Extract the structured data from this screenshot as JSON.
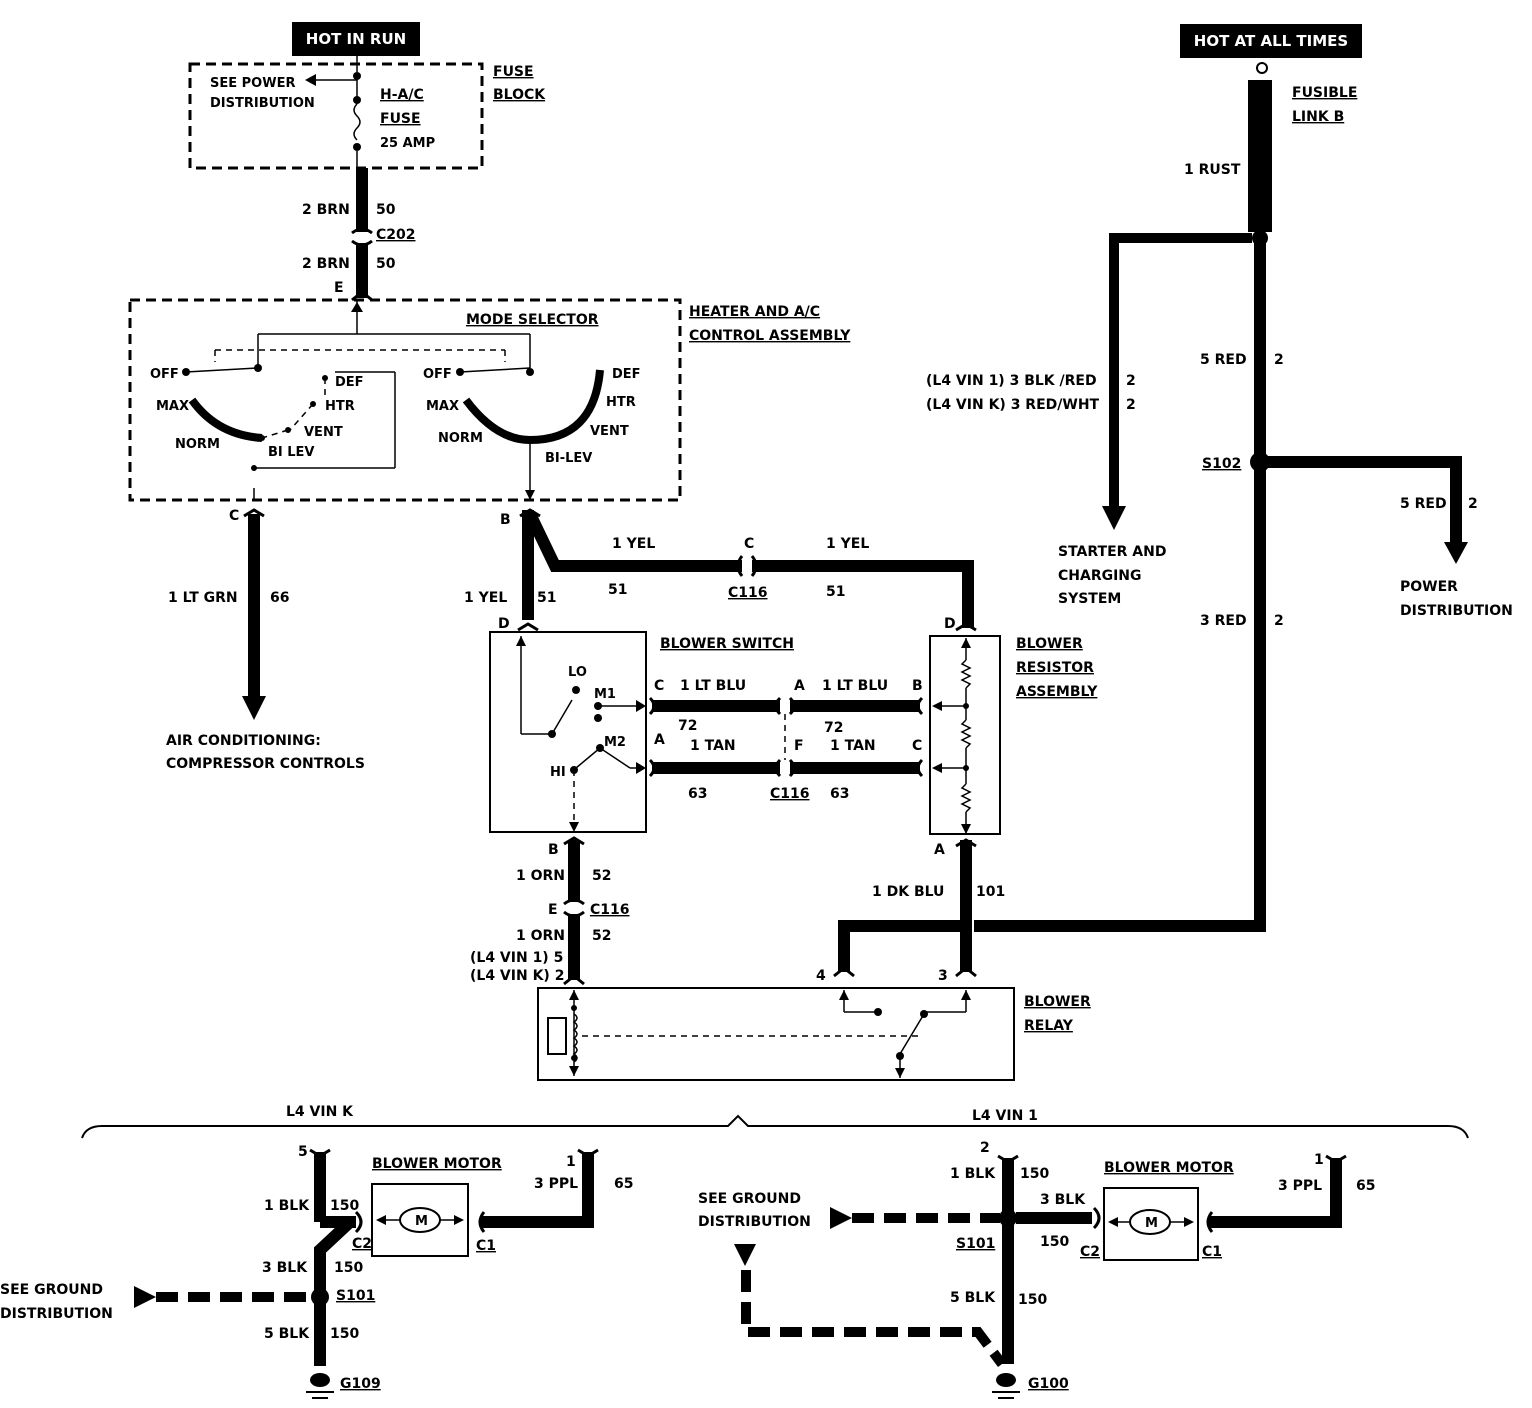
{
  "headers": {
    "hot_in_run": "HOT IN RUN",
    "hot_at_all_times": "HOT AT ALL TIMES"
  },
  "fuse_block": {
    "see_power_1": "SEE POWER",
    "see_power_2": "DISTRIBUTION",
    "fuse_name_1": "H-A/C",
    "fuse_name_2": "FUSE",
    "fuse_rating": "25 AMP",
    "block_label_1": "FUSE",
    "block_label_2": "BLOCK"
  },
  "fusible_link": {
    "label_1": "FUSIBLE",
    "label_2": "LINK B",
    "wire": "1 RUST"
  },
  "wires": {
    "brn_top_size": "2 BRN",
    "brn_top_circ": "50",
    "c202": "C202",
    "brn_bot_size": "2 BRN",
    "brn_bot_circ": "50",
    "pin_e": "E",
    "red5_size": "5 RED",
    "red5_circ": "2",
    "vin1_wire": "(L4 VIN 1) 3 BLK /RED",
    "vin1_circ": "2",
    "vink_wire": "(L4 VIN K) 3 RED/WHT",
    "vink_circ": "2",
    "s102": "S102",
    "red5b_size": "5 RED",
    "red5b_circ": "2",
    "red3_size": "3 RED",
    "red3_circ": "2",
    "starter_1": "STARTER AND",
    "starter_2": "CHARGING",
    "starter_3": "SYSTEM",
    "power_1": "POWER",
    "power_2": "DISTRIBUTION"
  },
  "control_assembly": {
    "label_1": "HEATER AND A/C",
    "label_2": "CONTROL ASSEMBLY",
    "mode_selector": "MODE SELECTOR",
    "left": {
      "off": "OFF",
      "max": "MAX",
      "norm": "NORM",
      "def": "DEF",
      "htr": "HTR",
      "vent": "VENT",
      "bilev": "BI LEV"
    },
    "right": {
      "off": "OFF",
      "max": "MAX",
      "norm": "NORM",
      "def": "DEF",
      "htr": "HTR",
      "vent": "VENT",
      "bilev": "BI-LEV"
    },
    "pin_c": "C",
    "pin_b": "B"
  },
  "ac_branch": {
    "wire": "1 LT GRN",
    "circ": "66",
    "dest_1": "AIR CONDITIONING:",
    "dest_2": "COMPRESSOR CONTROLS"
  },
  "yel_branch": {
    "wire_a": "1 YEL",
    "circ_a": "51",
    "wire_b": "1 YEL",
    "circ_b": "51",
    "wire_c": "1 YEL",
    "circ_c": "51",
    "pin_c": "C",
    "conn": "C116"
  },
  "blower_switch": {
    "label": "BLOWER SWITCH",
    "pin_d": "D",
    "lo": "LO",
    "m1": "M1",
    "m2": "M2",
    "hi": "HI",
    "pin_c": "C",
    "pin_a": "A",
    "pin_b": "B"
  },
  "resistor": {
    "label_1": "BLOWER",
    "label_2": "RESISTOR",
    "label_3": "ASSEMBLY",
    "pin_d": "D",
    "pin_b": "B",
    "pin_c": "C",
    "pin_a": "A"
  },
  "mid_wires": {
    "ltblu_l": "1 LT BLU",
    "ltblu_r": "1 LT BLU",
    "c72_l": "72",
    "c72_r": "72",
    "pin_a": "A",
    "pin_f": "F",
    "tan_l": "1 TAN",
    "tan_r": "1 TAN",
    "c63_l": "63",
    "c63_r": "63",
    "conn": "C116"
  },
  "orn": {
    "wire_a": "1 ORN",
    "circ_a": "52",
    "pin_e": "E",
    "conn": "C116",
    "wire_b": "1 ORN",
    "circ_b": "52",
    "vin1": "(L4 VIN 1) 5",
    "vink": "(L4 VIN K) 2"
  },
  "dkblu": {
    "wire": "1 DK BLU",
    "circ": "101"
  },
  "relay": {
    "label_1": "BLOWER",
    "label_2": "RELAY",
    "pin_4": "4",
    "pin_3": "3"
  },
  "vin_k": {
    "title": "L4 VIN K",
    "pin_5": "5",
    "blk1": "1 BLK",
    "c150a": "150",
    "motor": "BLOWER MOTOR",
    "m": "M",
    "c2": "C2",
    "c1": "C1",
    "pin_1": "1",
    "ppl": "3 PPL",
    "c65": "65",
    "blk3": "3 BLK",
    "c150b": "150",
    "s101": "S101",
    "blk5": "5 BLK",
    "c150c": "150",
    "ground": "G109",
    "see_1": "SEE GROUND",
    "see_2": "DISTRIBUTION"
  },
  "vin_1": {
    "title": "L4 VIN 1",
    "pin_2": "2",
    "blk1": "1 BLK",
    "c150a": "150",
    "motor": "BLOWER MOTOR",
    "m": "M",
    "c2": "C2",
    "c1": "C1",
    "pin_1": "1",
    "ppl": "3 PPL",
    "c65": "65",
    "blk3": "3 BLK",
    "c150b": "150",
    "s101": "S101",
    "blk5": "5 BLK",
    "c150c": "150",
    "ground": "G100",
    "see_1": "SEE GROUND",
    "see_2": "DISTRIBUTION"
  }
}
